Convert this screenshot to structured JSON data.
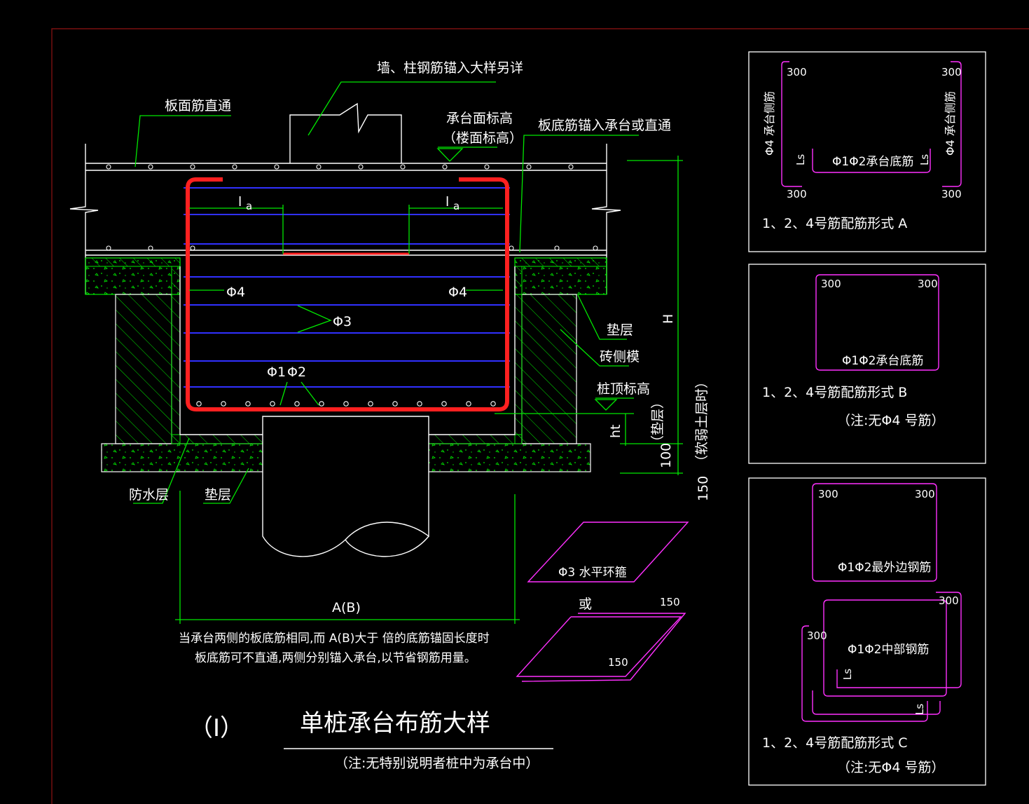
{
  "title": "单桩承台布筋大样",
  "title_index": "（Ⅰ）",
  "title_note": "（注:无特别说明者桩中为承台中）",
  "colors": {
    "background": "#000000",
    "rebar_main": "#ff2020",
    "rebar_tie": "#3030ff",
    "hatch": "#00e800",
    "detail": "#ff30ff",
    "frame": "#7a1010"
  },
  "labels": {
    "wall_column_note": "墙、柱钢筋锚入大样另详",
    "slab_top_bar": "板面筋直通",
    "cap_top_elev": "承台面标高",
    "floor_elev": "（楼面标高）",
    "slab_bottom_bar": "板底筋锚入承台或直通",
    "lo": "l",
    "lo_sub": "a",
    "phi4": "Φ4",
    "phi3": "Φ3",
    "phi1": "Φ1",
    "phi2": "Φ2",
    "cushion": "垫层",
    "brick_mold": "砖侧模",
    "pile_top_elev": "桩顶标高",
    "h": "H",
    "ht": "ht",
    "cushion_paren": "（垫层）",
    "soil_paren": "（软弱土层时）",
    "dim_100": "100",
    "dim_150": "150",
    "waterproof": "防水层",
    "cushion_bottom": "垫层",
    "width": "A(B)",
    "note_line1": "当承台两侧的板底筋相同,而         A(B)大于     倍的底筋锚固长度时",
    "note_line2": "板底筋可不直通,两侧分别锚入承台,以节省钢筋用量。"
  },
  "ring": {
    "label": "Φ3 水平环箍",
    "or": "或",
    "dim_top": "150",
    "dim_bottom": "150"
  },
  "panels": {
    "a": {
      "caption": "1、2、4号筋配筋形式 A",
      "bottom_bar": "Φ1Φ2承台底筋",
      "side_bar": "Φ4 承台侧筋",
      "d300": "300",
      "ls": "Ls"
    },
    "b": {
      "caption": "1、2、4号筋配筋形式 B",
      "note": "（注:无Φ4 号筋）",
      "bottom_bar": "Φ1Φ2承台底筋",
      "d300": "300"
    },
    "c": {
      "caption": "1、2、4号筋配筋形式 C",
      "note": "（注:无Φ4 号筋）",
      "outer_bar": "Φ1Φ2最外边钢筋",
      "mid_bar": "Φ1Φ2中部钢筋",
      "d300": "300",
      "ls": "Ls"
    }
  }
}
